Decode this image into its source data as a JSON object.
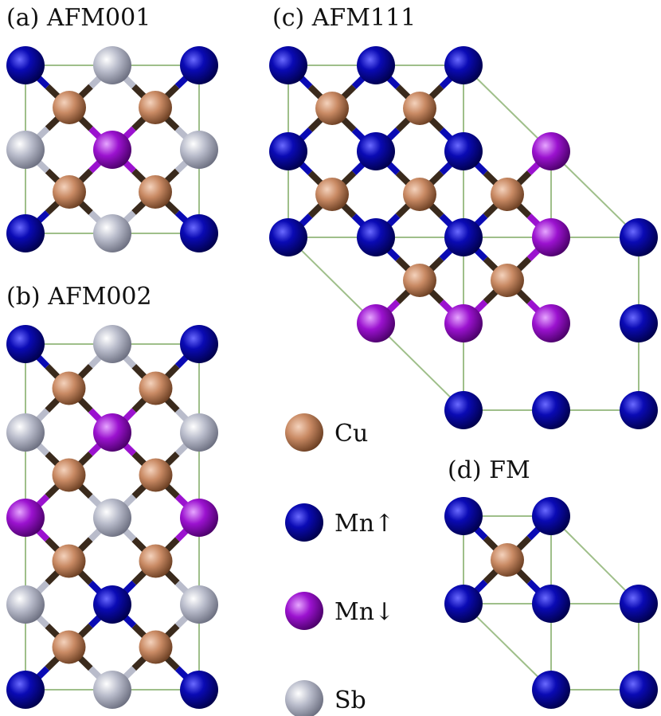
{
  "panels": {
    "a": {
      "label": "(a)  AFM001"
    },
    "b": {
      "label": "(b) AFM002"
    },
    "c": {
      "label": "(c)  AFM111"
    },
    "d": {
      "label": "(d)  FM"
    }
  },
  "legend": [
    {
      "key": "cu",
      "label": "Cu",
      "color": "#c98a64"
    },
    {
      "key": "mnup",
      "label": "Mn↑",
      "color": "#0a0ab4"
    },
    {
      "key": "mndown",
      "label": "Mn↓",
      "color": "#9b12cf"
    },
    {
      "key": "sb",
      "label": "Sb",
      "color": "#b9bccb"
    }
  ],
  "colors": {
    "cu": "#c98a64",
    "mnup": "#0a0ab4",
    "mndown": "#9b12cf",
    "sb": "#b9bccb",
    "cell_line": "#9fbf8a",
    "bond_dark": "#3a2a1c"
  }
}
